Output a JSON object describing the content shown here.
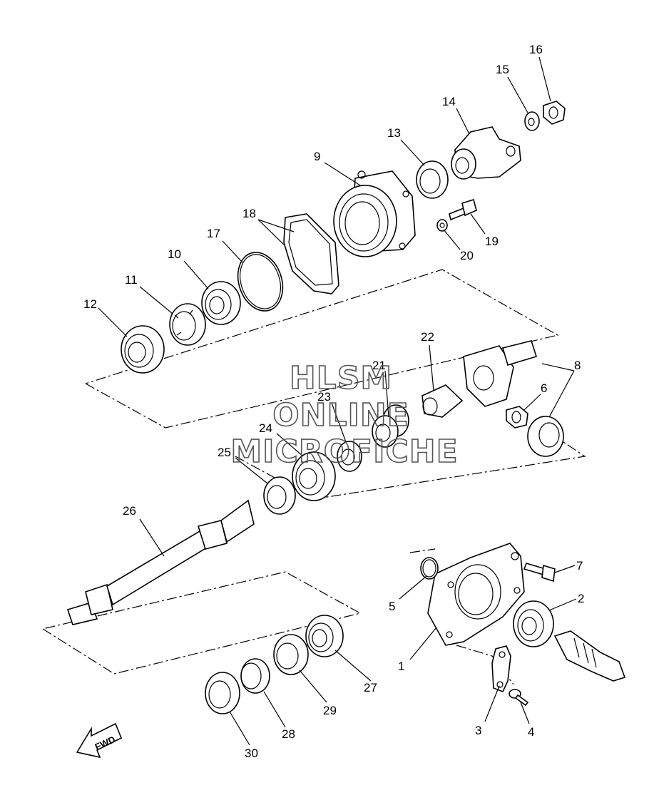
{
  "diagram": {
    "callouts": [
      "1",
      "2",
      "3",
      "4",
      "5",
      "6",
      "7",
      "8",
      "9",
      "10",
      "11",
      "12",
      "13",
      "14",
      "15",
      "16",
      "17",
      "18",
      "19",
      "20",
      "21",
      "22",
      "23",
      "24",
      "25",
      "26",
      "27",
      "28",
      "29",
      "30"
    ],
    "watermark": {
      "line1": "HLSM",
      "line2": "ONLINE",
      "line3": "MICROFICHE"
    },
    "direction_label": "FWD"
  }
}
